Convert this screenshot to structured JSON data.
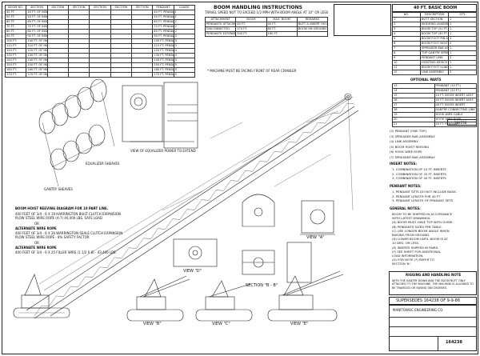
{
  "boom_table": {
    "headers": [
      "BOOM NO.",
      "SECTION",
      "SECTION",
      "SECTION",
      "SECTION",
      "SECTION",
      "SECTION",
      "PENDANT",
      "LOADS"
    ],
    "rows": [
      [
        "40 FT.",
        "40 FT. OF INSERT",
        "",
        "",
        "",
        "",
        "",
        "40 FT. PENDANT",
        "1"
      ],
      [
        "50 FT.",
        "50 FT. OF INSERT",
        "",
        "",
        "",
        "",
        "",
        "50 FT. PENDANT",
        "1"
      ],
      [
        "60 FT.",
        "60 FT. OF INSERT",
        "",
        "",
        "",
        "",
        "",
        "60 FT. PENDANT",
        "2"
      ],
      [
        "70 FT.",
        "70 FT. OF INSERT",
        "",
        "",
        "",
        "",
        "",
        "70 FT. PENDANT",
        "2"
      ],
      [
        "80 FT.",
        "80 FT. OF INSERT",
        "",
        "",
        "",
        "",
        "",
        "80 FT. PENDANT",
        "2"
      ],
      [
        "90 FT.",
        "90 FT. OF INSERT",
        "",
        "",
        "",
        "",
        "",
        "90 FT. PENDANT",
        "3"
      ],
      [
        "100 FT.",
        "100 FT. OF INSERT",
        "",
        "",
        "",
        "",
        "",
        "100 FT. PENDANT",
        "3"
      ],
      [
        "110 FT.",
        "110 FT. OF INSERT",
        "",
        "",
        "",
        "",
        "",
        "110 FT. PENDANT",
        "3"
      ],
      [
        "120 FT.",
        "120 FT. OF INSERT",
        "",
        "",
        "",
        "",
        "",
        "120 FT. PENDANT",
        "4"
      ],
      [
        "130 FT.",
        "130 FT. OF INSERT",
        "",
        "",
        "",
        "",
        "",
        "130 FT. PENDANT",
        "4"
      ],
      [
        "140 FT.",
        "140 FT. OF INSERT",
        "",
        "",
        "",
        "",
        "",
        "140 FT. PENDANT",
        "4"
      ],
      [
        "150 FT.",
        "150 FT. OF INSERT",
        "",
        "",
        "",
        "",
        "",
        "150 FT. PENDANT",
        "5"
      ],
      [
        "160 FT.",
        "160 FT. OF INSERT",
        "",
        "",
        "",
        "",
        "",
        "160 FT. PENDANT",
        "5"
      ],
      [
        "170 FT.",
        "170 FT. OF INSERT",
        "",
        "",
        "",
        "",
        "",
        "170 FT. PENDANT",
        "5"
      ]
    ]
  },
  "handling": {
    "title": "BOOM HANDLING INSTRUCTIONS",
    "subtitle": "TRAVEL SPEED NOT TO EXCEED 1/2 MPH WITH BOOM ANGLE AT 10° OR LESS",
    "headers": [
      "ATTACHMENT",
      "BOOM",
      "MAX. BOOM",
      "REMARKS"
    ],
    "rows": [
      [
        "PENDANTS ATTACHED",
        "40 FT.",
        "40 FT.",
        "BUTT & INSERT ON GANTRY"
      ],
      [
        "DISCONNECTED",
        "170 FT.",
        "80 FT.",
        "BOOM ON GROUND"
      ],
      [
        "PENDANTS EXTENDED",
        "200 FT.",
        "160 FT.",
        ""
      ]
    ],
    "footnote": "* MACHINE MUST BE FACING FRONT OF REAR CRAWLER"
  },
  "boom_config": {
    "title": "40 FT. BASIC BOOM",
    "headers": [
      "NO.",
      "DESCRIPTION",
      "QTY."
    ],
    "rows": [
      [
        "1",
        "BUTT SECTION",
        "1"
      ],
      [
        "2",
        "MODIFIED ASSEMBLY",
        "1"
      ],
      [
        "3",
        "BOOM TOP (20 FT.)",
        "1"
      ],
      [
        "4",
        "BOOM TOP (30 FT.)",
        "1"
      ],
      [
        "5",
        "BOOM FOOT PIN ASSEMBLY",
        "1"
      ],
      [
        "6",
        "BOOM FOOT BOLT ASSY",
        "2"
      ],
      [
        "7",
        "SPREADER BAR ASSEMBLY",
        "1"
      ],
      [
        "8",
        "TOP GANTRY SPREADER",
        "1"
      ],
      [
        "9",
        "PENDANT LINK",
        "2"
      ],
      [
        "10",
        "HOISTING DEVICE",
        "1"
      ],
      [
        "11",
        "BOOM FOOT SLING",
        "1"
      ],
      [
        "12",
        "LINK ASSEMBLY",
        "2"
      ]
    ]
  },
  "inserts": {
    "title": "OPTIONAL PARTS",
    "rows": [
      [
        "13",
        "PENDANT (10 FT.)"
      ],
      [
        "14",
        "PENDANT (20 FT.)"
      ],
      [
        "15",
        "10 FT. BOOM INSERT ASSY"
      ],
      [
        "16",
        "20 FT. BOOM INSERT ASSY"
      ],
      [
        "17",
        "40 FT. BOOM INSERT"
      ],
      [
        "18",
        "GANTRY CONNECTING LINK"
      ],
      [
        "19",
        "HOOK WIRE CABLE"
      ],
      [
        "20",
        "HOOK WIRE ROPE"
      ],
      [
        "21",
        "20 FT. PENDANT"
      ]
    ]
  },
  "general_notes": {
    "title": "GENERAL NOTES:",
    "lines": [
      "BOOM TO BE SHIPPED IN ACCORDANCE",
      "WITH LATEST DRAWINGS.",
      "(A) BOOM MUST HAVE TOP WITH GUIDE.",
      "(B) PENDANTS SIZED PER TABLE.",
      "(C) USE LONGER BOOM ANGLE WHEN",
      "RAISING FROM GROUND.",
      "(D) LOWER BOOM UNTIL BOOM IS AT",
      "10 DEG. OR LESS.",
      "(E) INSERTS SHIPPED IN PAIRS.",
      "(F) SEE SHEET FOR ADDITIONAL",
      "LOAD INFORMATION.",
      "(G) FOR NOTE (*) REFER TO",
      "SECTION 'B'."
    ]
  },
  "insert_notes": {
    "title": "INSERT NOTES:",
    "lines": [
      "1. COMBINATION OF 10 FT. INSERTS",
      "2. COMBINATION OF 20 FT. INSERTS",
      "3. COMBINATION OF 40 FT. INSERTS"
    ]
  },
  "pendant_notes": {
    "title": "PENDANT NOTES:",
    "lines": [
      "1. PENDANT SETS DO NOT INCLUDE BASIC",
      "2. PENDANT LENGTH FOR 40 FT.",
      "3. PENDANT LENGTH OF PENDANT SETS"
    ]
  },
  "rigging_note": {
    "title": "RIGGING AND HANDLING NOTE",
    "text": "WITH THE GANTRY DOWN AND THE BOOM BUTT ONLY ATTACHED TO THE MACHINE, THE MACHINE IS ALLOWED TO BE TRAVELED OR SWUNG 360 DEGREES."
  },
  "supersedes": "SUPERSEDES 164238 OF 9-9-86",
  "doc_number": "164238",
  "company": "MANITOWOC ENGINEERING CO.",
  "views": {
    "view_a": "VIEW \"A\"",
    "view_b": "VIEW \"B\"",
    "view_c": "VIEW \"C\"",
    "view_d": "VIEW \"D\"",
    "view_e": "VIEW \"E\"",
    "section_bb": "SECTION \"B - B\"",
    "equalizer": "VIEW OF EQUALIZER POWER TO EXTEND",
    "gantry_sheaves": "GANTRY SHEAVES",
    "equalizer_sheaves": "EQUALIZER SHEAVES"
  },
  "hoist_diagram": {
    "title": "BOOM HOIST REEVING DIAGRAM FOR 10 PART LINE.",
    "line1": "400 FEET OF 3/4 - 6 X 19 HARRINGTON BUILT CLUTCH EXPANSION",
    "line2": "PLOW STEEL WIRE ROPE (A-7) 40,000 LBS. SAFE LOAD",
    "or": "OR",
    "alt1_title": "ALTERNATE WIRE ROPE",
    "alt1_line1": "400 FEET OF 3/4 - 6 X 26 WARRINGTON SEALE CLUTCH EXPANSION",
    "alt1_line2": "PLOW STEEL WIRE ROPE - 8% SAFETY FACTOR",
    "alt2_title": "ALTERNATE WIRE ROPE",
    "alt2_line1": "400 FEET OF 3/4 - 6 X 25 FILLER WIRE (1 1/2 X 8) - 43,400 LBS."
  },
  "legend": [
    "(2) PENDANT (ONE TOP)",
    "(3) SPREADER BAR ASSEMBLY",
    "(4) LINK ASSEMBLY",
    "(5) BOOM HOIST REEVING",
    "(6) HOOK WIRE ROPE",
    "(7) SPREADER BAR ASSEMBLY"
  ]
}
